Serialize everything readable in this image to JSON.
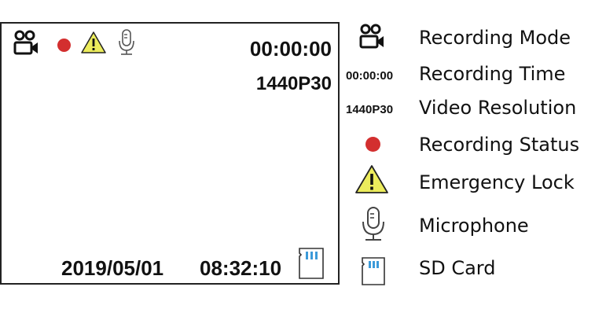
{
  "screen": {
    "time": "00:00:00",
    "resolution": "1440P30",
    "date": "2019/05/01",
    "clock": "08:32:10",
    "status_icons": [
      "video-camera-icon",
      "recording-dot-icon",
      "emergency-lock-icon",
      "microphone-icon",
      "sd-card-icon"
    ]
  },
  "legend": {
    "items": [
      {
        "icon": "video-camera-icon",
        "label": "Recording Mode"
      },
      {
        "icon": "time-text",
        "icon_text": "00:00:00",
        "label": "Recording Time"
      },
      {
        "icon": "resolution-text",
        "icon_text": "1440P30",
        "label": "Video Resolution"
      },
      {
        "icon": "recording-dot-icon",
        "label": "Recording Status"
      },
      {
        "icon": "warning-triangle-icon",
        "label": "Emergency Lock"
      },
      {
        "icon": "microphone-icon",
        "label": "Microphone"
      },
      {
        "icon": "sd-card-icon",
        "label": "SD Card"
      }
    ]
  },
  "colors": {
    "recording_red": "#d32f2f",
    "warning_yellow": "#ecec5c",
    "sd_blue": "#3b9ad9",
    "outline": "#222222"
  }
}
